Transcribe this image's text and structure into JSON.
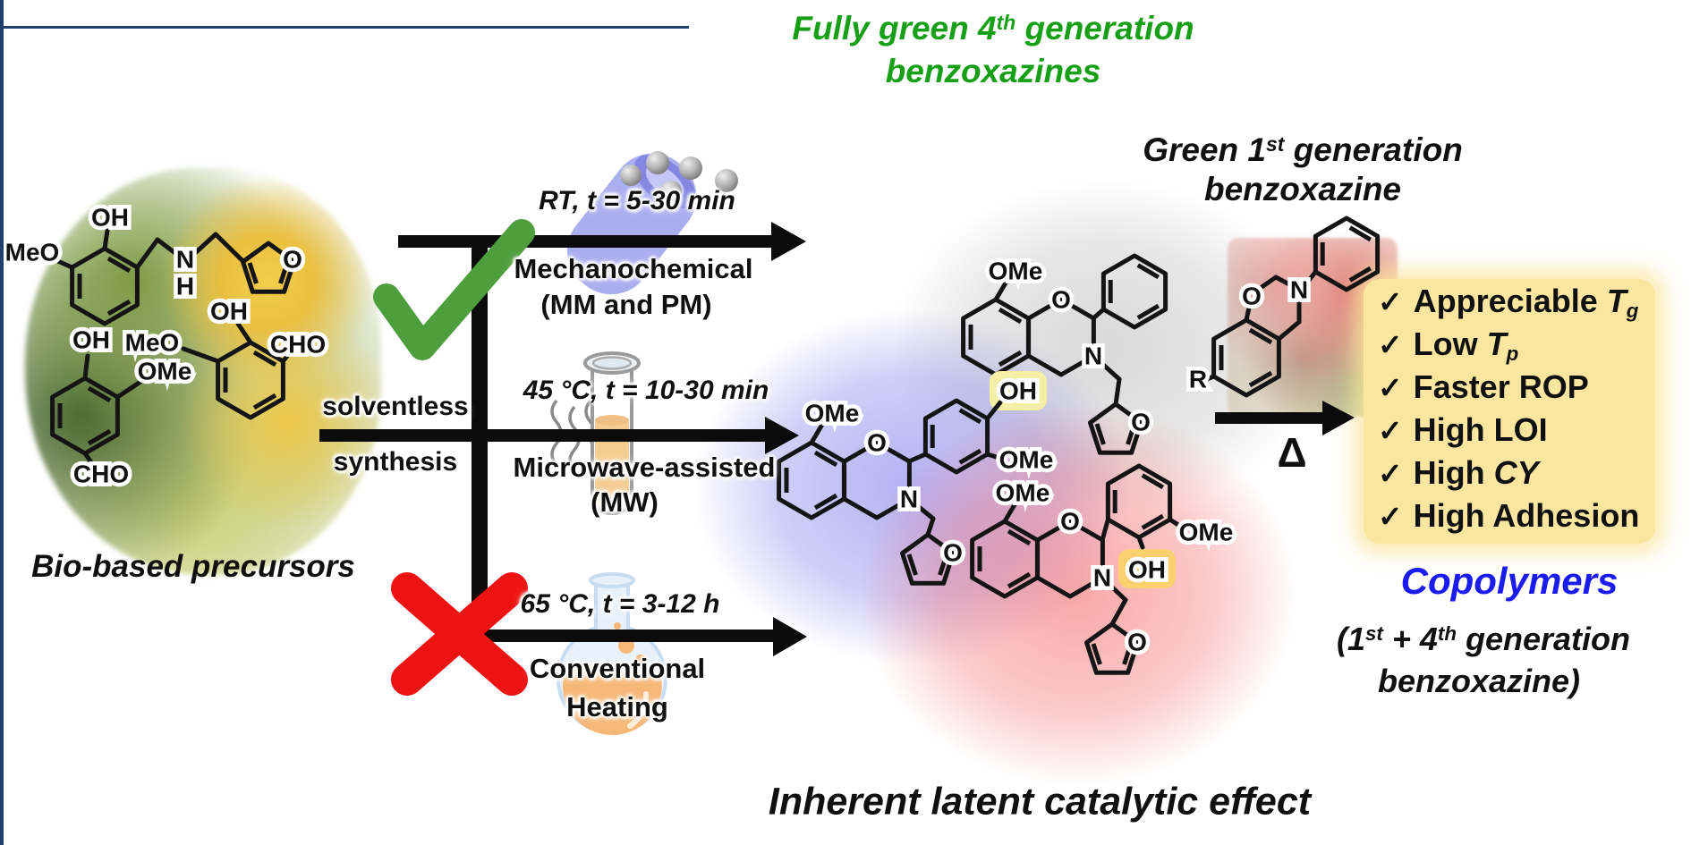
{
  "title": {
    "pre": "Fully green 4",
    "sup": "th",
    "post": " generation",
    "line2": "benzoxazines",
    "color": "#17a017"
  },
  "precursors": {
    "caption": "Bio-based precursors",
    "atoms": {
      "oh": "OH",
      "meo": "MeO",
      "ome": "OMe",
      "cho": "CHO",
      "n": "N",
      "h": "H",
      "o": "O"
    }
  },
  "flow": {
    "solventless_line1": "solventless",
    "solventless_line2": "synthesis"
  },
  "branches": [
    {
      "condition": "RT, t = 5-30 min",
      "method1": "Mechanochemical",
      "method2": "(MM and PM)"
    },
    {
      "condition": "45 °C, t = 10-30 min",
      "method1": "Microwave-assisted",
      "method2": "(MW)"
    },
    {
      "condition": "65 °C, t = 3-12 h",
      "method1": "Conventional",
      "method2": "Heating"
    }
  ],
  "molecules": {
    "ome": "OMe",
    "oh": "OH",
    "o": "O",
    "n": "N",
    "r": "R"
  },
  "gen1": {
    "pre": "Green 1",
    "sup": "st",
    "post": " generation",
    "line2": "benzoxazine",
    "delta": "Δ"
  },
  "benefits": {
    "check": "✓",
    "items": [
      {
        "pre": "Appreciable ",
        "it": "T",
        "sub": "g"
      },
      {
        "pre": "Low ",
        "it": "T",
        "sub": "p"
      },
      {
        "pre": "Faster ROP",
        "it": "",
        "sub": ""
      },
      {
        "pre": "High LOI",
        "it": "",
        "sub": ""
      },
      {
        "pre": "High ",
        "it": "CY",
        "sub": ""
      },
      {
        "pre": "High Adhesion",
        "it": "",
        "sub": ""
      }
    ]
  },
  "copolymers": {
    "title": "Copolymers",
    "color": "#1a1af2",
    "sub_pre": "(1",
    "sub_sup1": "st",
    "sub_mid": " + 4",
    "sub_sup2": "th",
    "sub_post": " generation",
    "sub_line2": "benzoxazine)"
  },
  "footer": {
    "text": "Inherent latent catalytic effect"
  }
}
